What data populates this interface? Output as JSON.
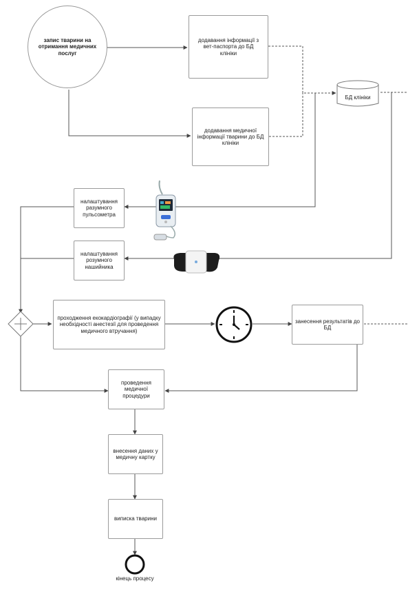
{
  "nodes": {
    "start": "запис тварини на отримання медичних послуг",
    "add_vet_passport": "додавання інформації з вет-паспорта до БД клініки",
    "add_medical_info": "додавання медичної інформації тварини до БД клініки",
    "db": "БД клініки",
    "setup_pulse_oximeter": "налаштування разумного пульсометра",
    "setup_smart_collar": "налаштування розумного нашийника",
    "echocardiography": "проходження екокардіографії (у випадку необхідності анестезії для проведення медичного втручання)",
    "record_results": "занесення результатів до БД",
    "medical_procedure": "проведення медичної процедури",
    "medical_record": "внесення даних у медичну картку",
    "discharge": "виписка тварини",
    "end": "кінець процесу"
  },
  "icons": {
    "pulse_oximeter": "pulse-oximeter-device-image",
    "smart_collar": "smart-collar-image",
    "timer": "clock-timer-icon",
    "gateway": "parallel-gateway-plus"
  },
  "colors": {
    "line": "#555555",
    "border": "#9a9a9a"
  }
}
